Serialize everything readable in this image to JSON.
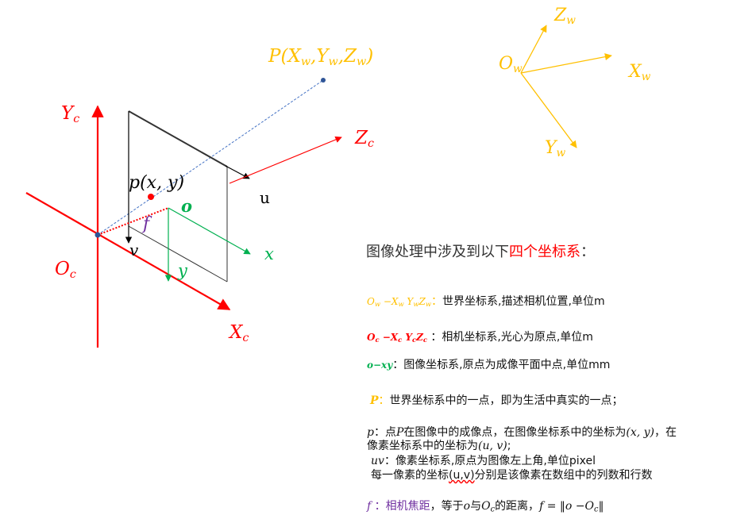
{
  "colors": {
    "camera": "#ff0000",
    "world": "#ffc000",
    "image": "#00b050",
    "focal": "#7030a0",
    "ray": "#4472c4",
    "plane": "#333333",
    "text": "#111111"
  },
  "labels": {
    "P_world": {
      "base": "P(X",
      "w1": "w",
      "mid1": ",Y",
      "w2": "w",
      "mid2": ",Z",
      "w3": "w",
      "end": ")"
    },
    "Zw": {
      "base": "Z",
      "sub": "w"
    },
    "Ow": {
      "base": "O",
      "sub": "w"
    },
    "Xw": {
      "base": "X",
      "sub": "w"
    },
    "Yw": {
      "base": "Y",
      "sub": "w"
    },
    "Yc": {
      "base": "Y",
      "sub": "c"
    },
    "Zc": {
      "base": "Z",
      "sub": "c"
    },
    "Oc": {
      "base": "O",
      "sub": "c"
    },
    "Xc": {
      "base": "X",
      "sub": "c"
    },
    "p_image": "p(x, y)",
    "o": "o",
    "f": "f",
    "u": "u",
    "v": "v",
    "x": "x",
    "y": "y"
  },
  "text": {
    "title_prefix": "图像处理中涉及到以下",
    "title_highlight": "四个坐标系",
    "title_suffix": "：",
    "world_sys": {
      "symbol": "O_w −X_w Y_w Z_w",
      "sep": "：",
      "desc": "世界坐标系,描述相机位置,单位m"
    },
    "camera_sys": {
      "symbol": "O_c −X_c Y_c Z_c",
      "sep": " ：",
      "desc": "相机坐标系,光心为原点,单位m"
    },
    "image_sys": {
      "symbol": "o−xy",
      "sep": "：",
      "desc": "图像坐标系,原点为成像平面中点,单位mm"
    },
    "point_P": {
      "symbol": "P",
      "sep": "：",
      "desc": "世界坐标系中的一点，即为生活中真实的一点；"
    },
    "point_p": {
      "symbol": "p",
      "line1_a": "：点",
      "line1_P": "P",
      "line1_b": "在图像中的成像点，在图像坐标系中的坐标为",
      "line1_xy": "(x, y)",
      "line1_c": "，在",
      "line2_a": "像素坐标系中的坐标为",
      "line2_uv": "(u, v)",
      "line2_b": ";"
    },
    "pixel_sys": {
      "symbol": "uv",
      "sep": "：",
      "desc": "像素坐标系,原点为图像左上角,单位pixel"
    },
    "pixel_note": {
      "a": "每一像素的坐标",
      "uv": "(u,v)",
      "b": "分别是该像素在数组中的列数和行数"
    },
    "focal": {
      "symbol": "f",
      "sep": " ：",
      "desc": "相机焦距",
      "b": "，等于",
      "o": "o",
      "c": "与",
      "Oc": "O",
      "Oc_sub": "c",
      "d": "的距离，",
      "formula": "f = ‖o −O",
      "formula_sub": "c",
      "formula_end": "‖"
    }
  }
}
